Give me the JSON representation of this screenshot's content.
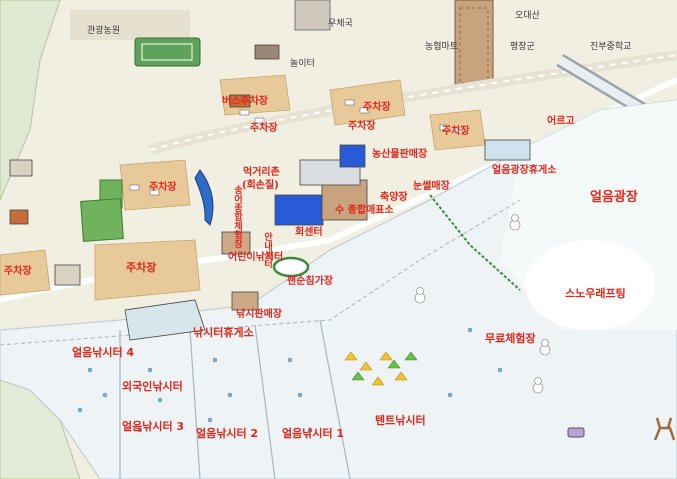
{
  "colors": {
    "label_red": "#e0281c",
    "ice": "#eef3f5",
    "parking": "#e8c99a",
    "ground": "#f4f1e6",
    "mountain": "#dfe8d0",
    "river": "#9ccbe6",
    "building_blue": "#2a5bd7"
  },
  "places": {
    "ice_plaza": "얼음광장",
    "snow_rafting": "스노우래프팅",
    "free_experience": "무료체험장",
    "tent_fishing": "텐트낚시터",
    "ice_fishing_1": "얼음낚시터 1",
    "ice_fishing_2": "얼음낚시터 2",
    "ice_fishing_3": "얼음낚시터 3",
    "ice_fishing_4": "얼음낚시터 4",
    "foreigner_fishing": "외국인낚시터",
    "fishing_rest": "낚시터휴게소",
    "fishing_shop": "낚시판매장",
    "kids_fishing": "어린이낚시터",
    "event_stage": "팬순침가장",
    "info_center": "수 종합매표소",
    "info_center_vert": "안내센터",
    "hwa_center": "회센터",
    "ice_plaza_rest": "얼음광장휴게소",
    "nongsan_shop": "농산물판매장",
    "sled": "눈썰매장",
    "sculpture": "축양장",
    "food_village": "먹거리촌",
    "food_village_sub": "(회손질)",
    "festival_hall": "송어종합체험장",
    "eoreugo": "어르고",
    "bus_parking": "버스주차장",
    "parking_1": "주차장",
    "parking_2": "주차장",
    "parking_3": "주차장",
    "parking_4": "주차장",
    "parking_5": "주차장",
    "parking_6": "주차장",
    "parking_7": "주차장",
    "nearby_1": "관광농원",
    "nearby_2": "농협마트",
    "nearby_3": "평창군",
    "nearby_4": "진부중학교",
    "nearby_5": "우체국",
    "nearby_6": "놀이터",
    "nearby_7": "오대산"
  }
}
